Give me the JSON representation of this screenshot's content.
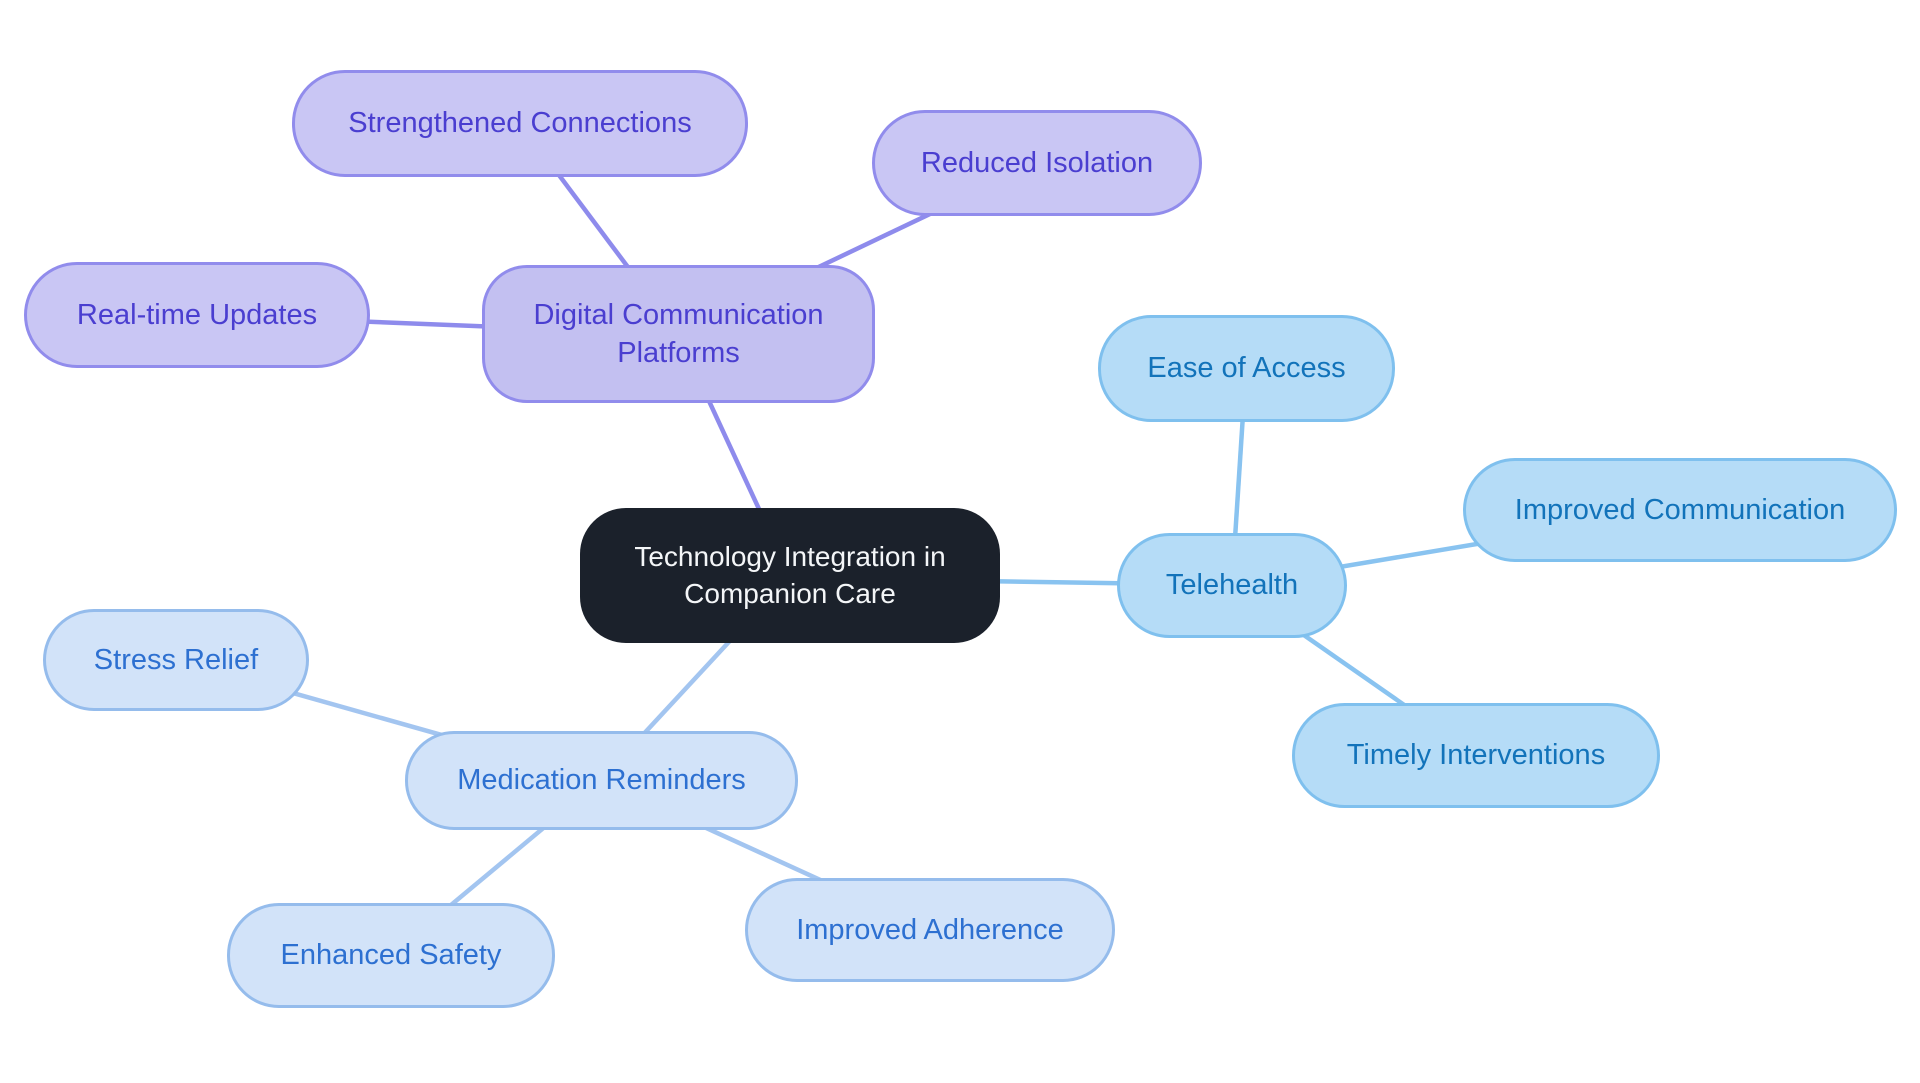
{
  "mindmap": {
    "root": {
      "label": "Technology Integration in Companion Care",
      "fill_color": "#1b212b",
      "text_color": "#f4f6f8"
    },
    "branches": [
      {
        "label": "Digital Communication Platforms",
        "theme": {
          "fill": "#c3c0f1",
          "child_fill": "#c9c6f4",
          "border": "#918cec",
          "text": "#4a3ed0",
          "line": "#8e8bec"
        },
        "children": [
          {
            "label": "Strengthened Connections"
          },
          {
            "label": "Reduced Isolation"
          },
          {
            "label": "Real-time Updates"
          }
        ]
      },
      {
        "label": "Telehealth",
        "theme": {
          "fill": "#b5dcf7",
          "child_fill": "#b5dcf7",
          "border": "#7fc0ee",
          "text": "#1273ba",
          "line": "#89c3f0"
        },
        "children": [
          {
            "label": "Ease of Access"
          },
          {
            "label": "Improved Communication"
          },
          {
            "label": "Timely Interventions"
          }
        ]
      },
      {
        "label": "Medication Reminders",
        "theme": {
          "fill": "#d2e3f9",
          "child_fill": "#d2e3f9",
          "border": "#95bcec",
          "text": "#2d70d1",
          "line": "#a3c5f0"
        },
        "children": [
          {
            "label": "Stress Relief"
          },
          {
            "label": "Enhanced Safety"
          },
          {
            "label": "Improved Adherence"
          }
        ]
      }
    ]
  }
}
